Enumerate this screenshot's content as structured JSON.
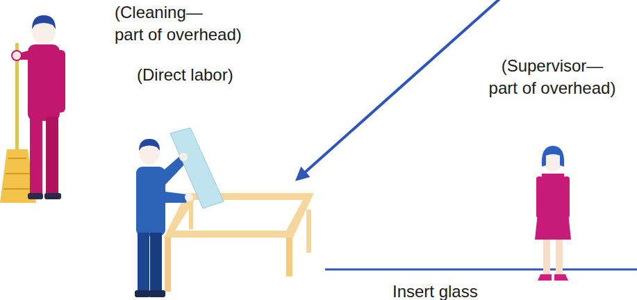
{
  "diagram": {
    "labels": [
      "(Cleaning— part of overhead)",
      "(Direct labor)",
      "(Supervisor— part of overhead)",
      "Insert glass"
    ]
  }
}
